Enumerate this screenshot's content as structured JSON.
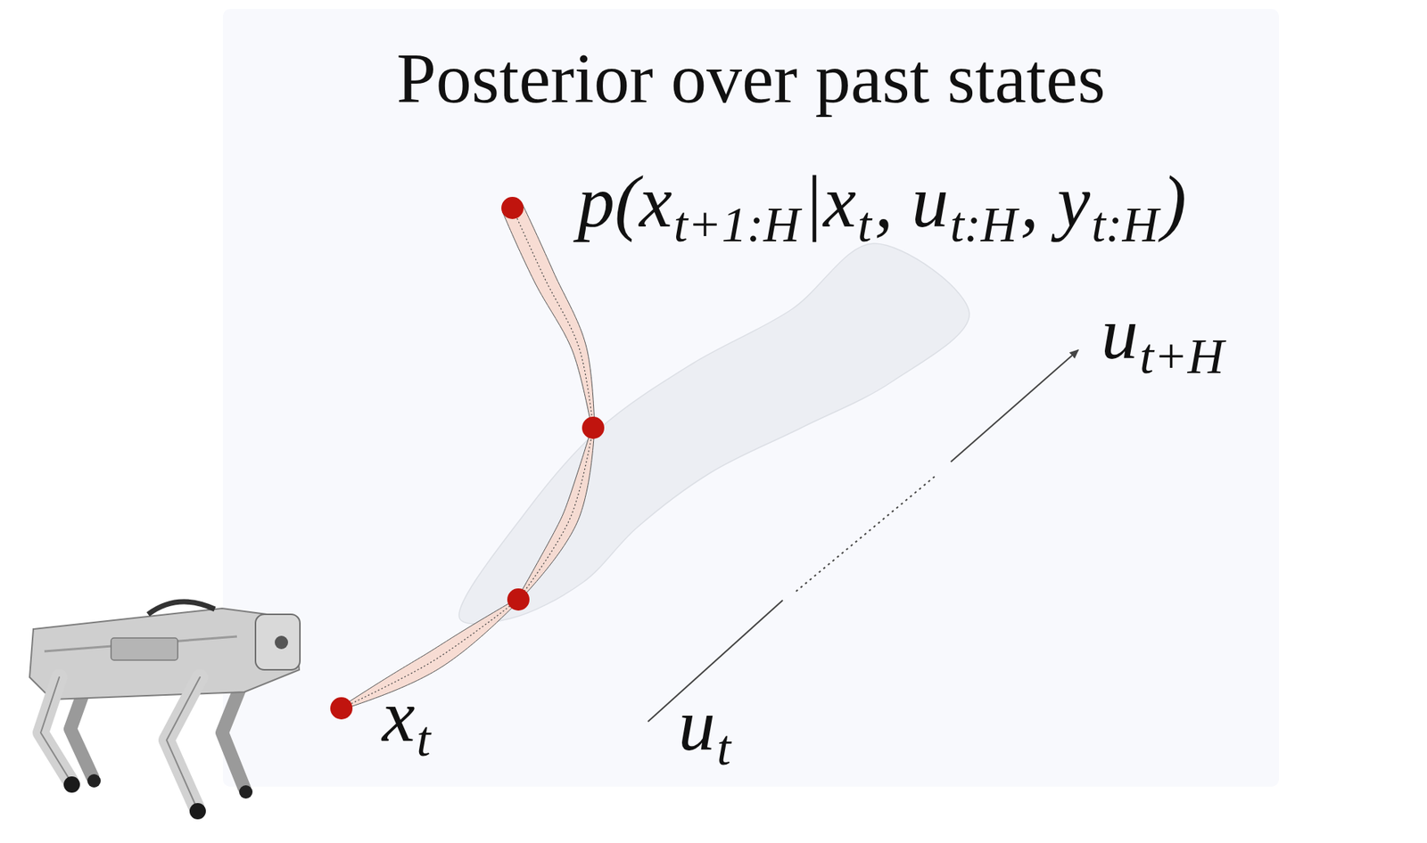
{
  "diagram": {
    "title": "Posterior over past states",
    "labels": [
      "p(x",
      "t+1:H",
      "|x",
      "t",
      ", u",
      "t:H",
      ", y",
      "t:H",
      ")",
      "u",
      "t+H",
      "x",
      "t",
      "u",
      "t"
    ]
  }
}
